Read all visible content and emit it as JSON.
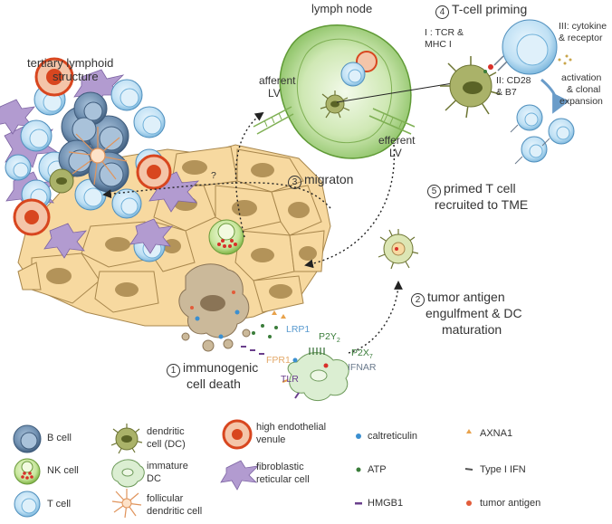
{
  "labels": {
    "lymph_node": "lymph node",
    "tls_line1": "tertiary lymphoid",
    "tls_line2": "structure",
    "afferent_line1": "afferent",
    "afferent_line2": "LV",
    "efferent_line1": "efferent",
    "efferent_line2": "LV",
    "priming_num": "4",
    "priming_text": "T-cell priming",
    "signal1_line1": "I : TCR &",
    "signal1_line2": "MHC I",
    "signal2_line1": "II: CD28",
    "signal2_line2": "& B7",
    "signal3_line1": "III: cytokine",
    "signal3_line2": "& receptor",
    "activation_line1": "activation",
    "activation_line2": "& clonal",
    "activation_line3": "expansion",
    "migration_num": "3",
    "migration_text": "migraton",
    "question": "?",
    "primed_num": "5",
    "primed_line1": "primed T cell",
    "primed_line2": "recruited to TME",
    "engulf_num": "2",
    "engulf_line1": "tumor antigen",
    "engulf_line2": "engulfment & DC",
    "engulf_line3": "maturation",
    "icd_num": "1",
    "icd_line1": "immunogenic",
    "icd_line2": "cell death",
    "receptor_lrp1": "LRP1",
    "receptor_p2y": "P2Y",
    "receptor_p2y_sub": "2",
    "receptor_p2x": "P2X",
    "receptor_p2x_sub": "7",
    "receptor_fpr1": "FPR1",
    "receptor_ifnar": "IFNAR",
    "receptor_tlr": "TLR"
  },
  "legend": {
    "b_cell": "B cell",
    "nk_cell": "NK cell",
    "t_cell": "T cell",
    "dc_line1": "dendritic",
    "dc_line2": "cell (DC)",
    "idc_line1": "immature",
    "idc_line2": "DC",
    "fdc_line1": "follicular",
    "fdc_line2": "dendritic cell",
    "hev_line1": "high endothelial",
    "hev_line2": "venule",
    "frc_line1": "fibroblastic",
    "frc_line2": "reticular cell",
    "calreticulin": "caltreticulin",
    "atp": "ATP",
    "hmgb1": "HMGB1",
    "axna1": "AXNA1",
    "type1ifn": "Type I IFN",
    "tumor_antigen": "tumor antigen"
  },
  "colors": {
    "tumor_fill": "#f7d9a0",
    "tumor_nucleus": "#a8874d",
    "tcell_fill": "#c9e6f5",
    "tcell_core": "#8cc6e8",
    "bcell_fill": "#6f8fb0",
    "dc_fill": "#aab269",
    "immature_dc": "#dbeed2",
    "lymph_node": "#c4e2a8",
    "hev_outer": "#e2572b",
    "frc_fill": "#b29bd0",
    "nk_fill": "#a9d46b"
  }
}
